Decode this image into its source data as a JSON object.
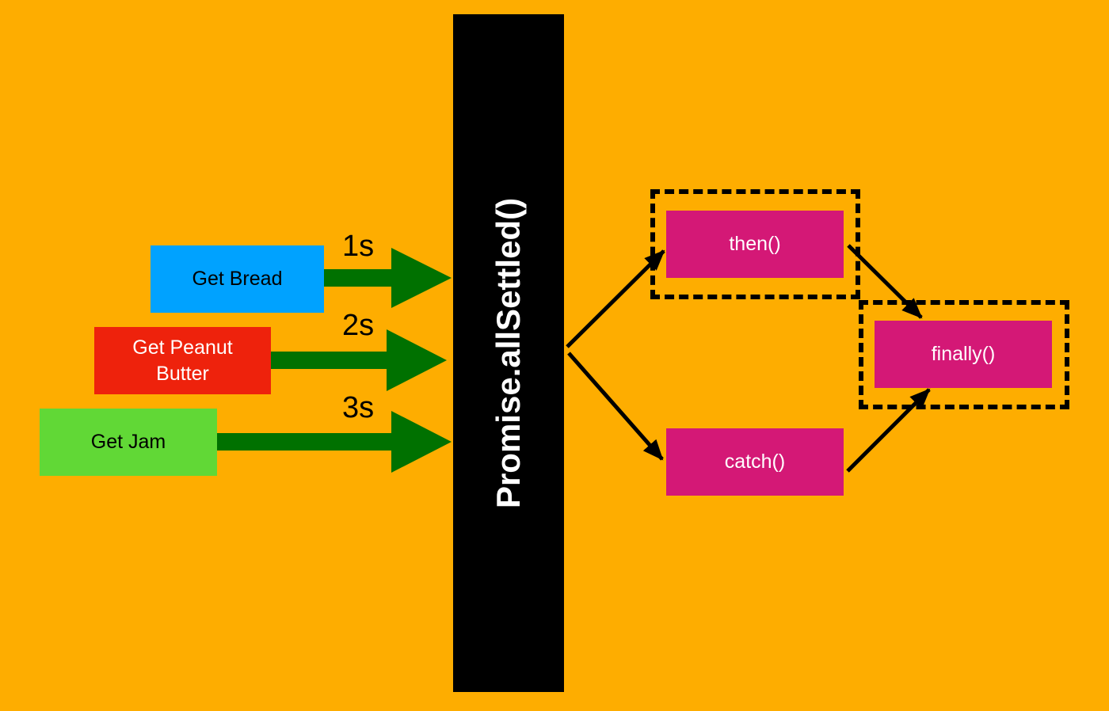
{
  "colors": {
    "background": "#FEAD00",
    "bread": "#00A2FF",
    "peanut": "#EE220C",
    "jam": "#61D836",
    "pipe_arrow": "#007100",
    "central_bar": "#000000",
    "handler": "#D41876",
    "flow_arrow": "#000000",
    "text_dark": "#000000",
    "text_light": "#FFFFFF"
  },
  "sources": [
    {
      "label_lines": [
        "Get Bread"
      ],
      "delay": "1s"
    },
    {
      "label_lines": [
        "Get Peanut",
        "Butter"
      ],
      "delay": "2s"
    },
    {
      "label_lines": [
        "Get Jam"
      ],
      "delay": "3s"
    }
  ],
  "central": {
    "label": "Promise.allSettled()"
  },
  "handlers": {
    "then": "then()",
    "catch": "catch()",
    "finally": "finally()"
  }
}
